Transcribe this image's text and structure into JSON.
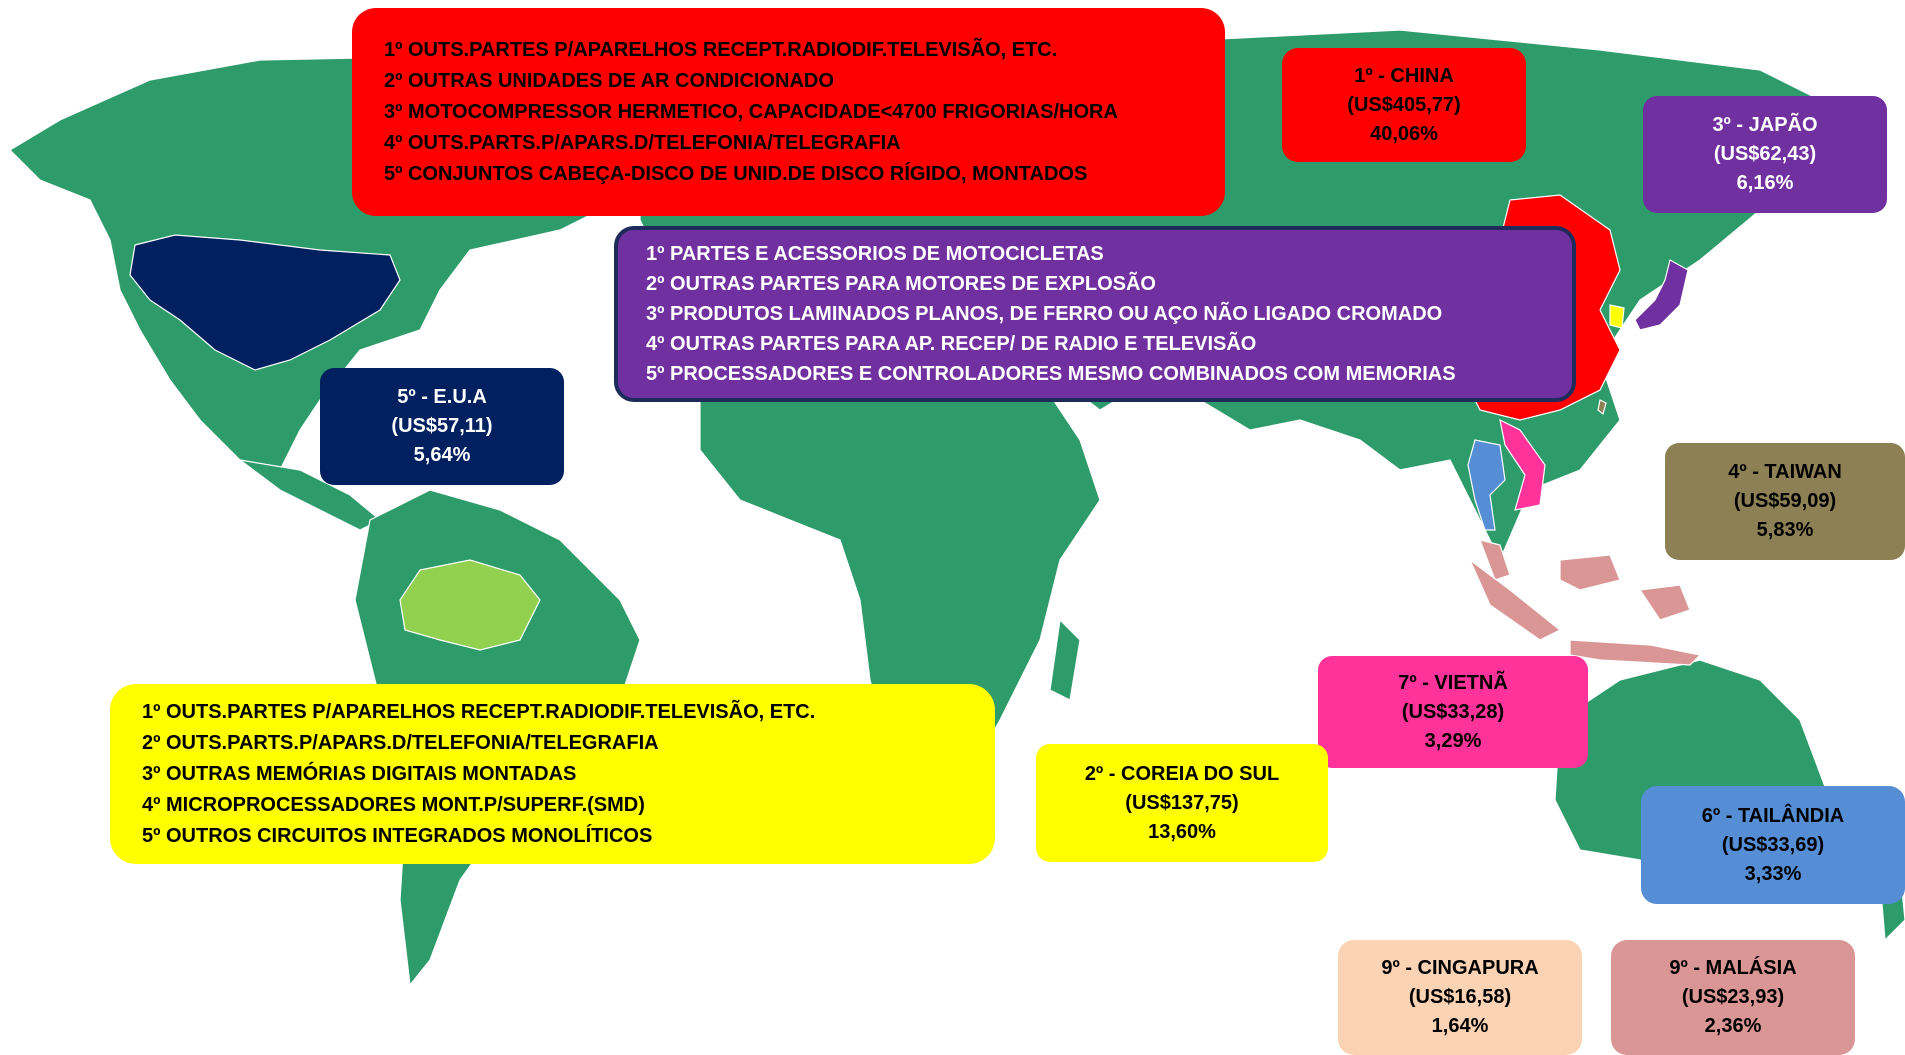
{
  "colors": {
    "ocean": "#ffffff",
    "land": "#2e9b6a",
    "amazonas": "#92d050",
    "china": "#ff0000",
    "usa": "#002060",
    "japan": "#7030a0",
    "taiwan": "#8c8054",
    "korea": "#ffff00",
    "vietnam": "#ff3399",
    "thailand": "#558ed5",
    "malaysia": "#d99694",
    "singapore": "#fad2b4"
  },
  "lists": {
    "red": [
      "1º OUTS.PARTES P/APARELHOS RECEPT.RADIODIF.TELEVISÃO, ETC.",
      "2º OUTRAS UNIDADES DE AR CONDICIONADO",
      "3º MOTOCOMPRESSOR HERMETICO, CAPACIDADE<4700 FRIGORIAS/HORA",
      "4º OUTS.PARTS.P/APARS.D/TELEFONIA/TELEGRAFIA",
      "5º CONJUNTOS CABEÇA-DISCO DE UNID.DE DISCO RÍGIDO, MONTADOS"
    ],
    "purple": [
      "1º PARTES E ACESSORIOS DE MOTOCICLETAS",
      "2º OUTRAS PARTES PARA MOTORES DE EXPLOSÃO",
      "3º PRODUTOS LAMINADOS PLANOS, DE FERRO OU AÇO NÃO LIGADO CROMADO",
      "4º OUTRAS PARTES PARA AP. RECEP/ DE RADIO E TELEVISÃO",
      "5º PROCESSADORES E CONTROLADORES MESMO COMBINADOS COM MEMORIAS"
    ],
    "yellow": [
      "1º OUTS.PARTES P/APARELHOS RECEPT.RADIODIF.TELEVISÃO, ETC.",
      "2º OUTS.PARTS.P/APARS.D/TELEFONIA/TELEGRAFIA",
      "3º OUTRAS MEMÓRIAS DIGITAIS MONTADAS",
      "4º MICROPROCESSADORES MONT.P/SUPERF.(SMD)",
      "5º OUTROS CIRCUITOS INTEGRADOS MONOLÍTICOS"
    ]
  },
  "countries": {
    "china": {
      "rank": "1º - CHINA",
      "value": "(US$405,77)",
      "share": "40,06%"
    },
    "japan": {
      "rank": "3º - JAPÃO",
      "value": "(US$62,43)",
      "share": "6,16%"
    },
    "usa": {
      "rank": "5º - E.U.A",
      "value": "(US$57,11)",
      "share": "5,64%"
    },
    "taiwan": {
      "rank": "4º - TAIWAN",
      "value": "(US$59,09)",
      "share": "5,83%"
    },
    "vietnam": {
      "rank": "7º - VIETNÃ",
      "value": "(US$33,28)",
      "share": "3,29%"
    },
    "korea": {
      "rank": "2º - COREIA DO SUL",
      "value": "(US$137,75)",
      "share": "13,60%"
    },
    "thailand": {
      "rank": "6º - TAILÂNDIA",
      "value": "(US$33,69)",
      "share": "3,33%"
    },
    "singapore": {
      "rank": "9º - CINGAPURA",
      "value": "(US$16,58)",
      "share": "1,64%"
    },
    "malaysia": {
      "rank": "9º - MALÁSIA",
      "value": "(US$23,93)",
      "share": "2,36%"
    }
  }
}
